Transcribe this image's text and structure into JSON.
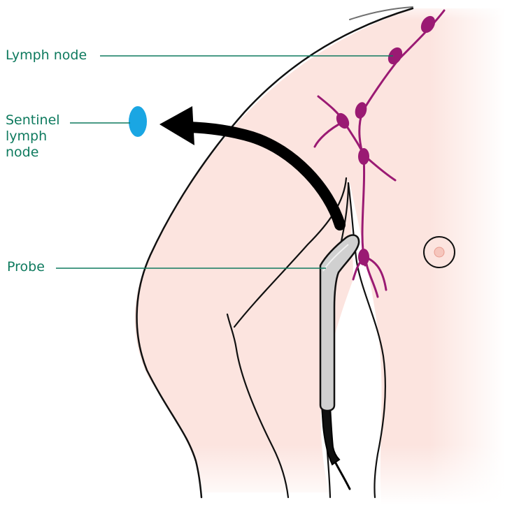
{
  "labels": {
    "lymph_node": "Lymph node",
    "sentinel_lines": [
      "Sentinel",
      "lymph",
      "node"
    ],
    "probe": "Probe"
  },
  "colors": {
    "label_text": "#0e7a5e",
    "leader_line": "#0e7a5e",
    "skin": "#fce4df",
    "outline": "#111111",
    "lymph_vessel": "#9a1a73",
    "sentinel_node": "#1aa6e3",
    "probe_body": "#d0d0d0",
    "arrow": "#000000"
  },
  "icons": {
    "sentinel_node": "sentinel-node-blue-oval",
    "probe": "gamma-probe",
    "arrow": "curved-arrow-left"
  }
}
